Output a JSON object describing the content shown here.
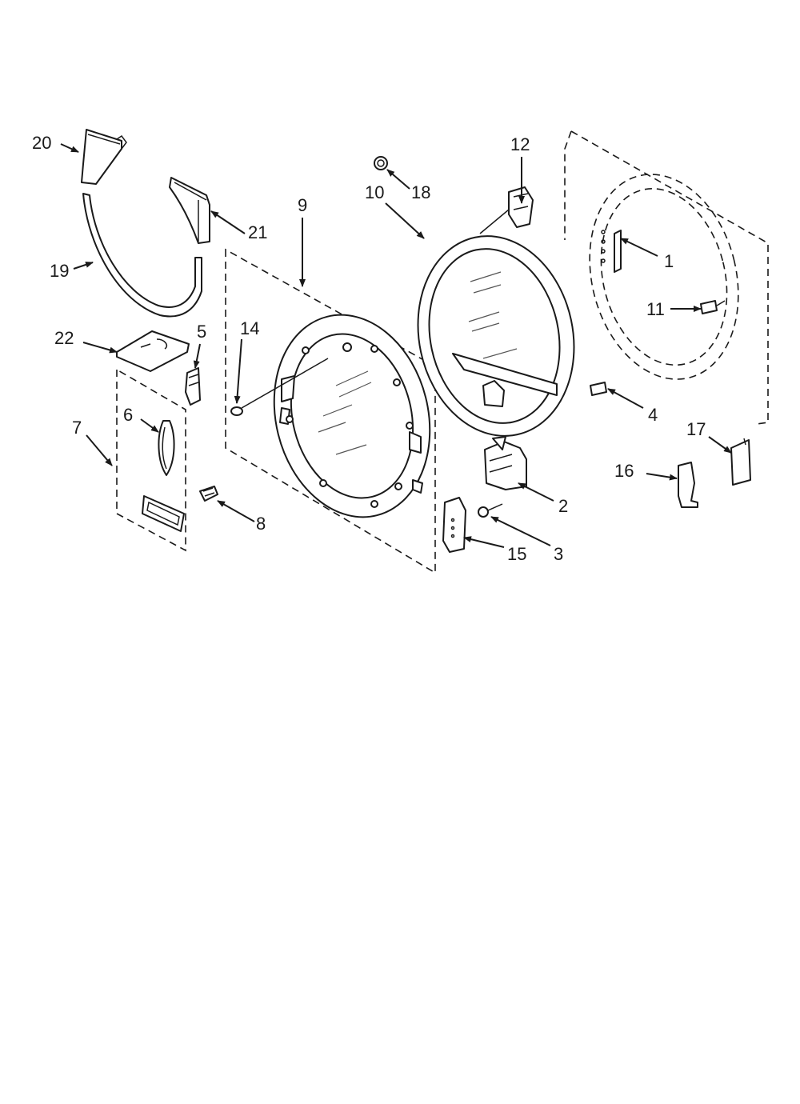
{
  "diagram": {
    "parts": [
      {
        "id": "p1",
        "label": "1"
      },
      {
        "id": "p2",
        "label": "2"
      },
      {
        "id": "p3",
        "label": "3"
      },
      {
        "id": "p4",
        "label": "4"
      },
      {
        "id": "p5",
        "label": "5"
      },
      {
        "id": "p6",
        "label": "6"
      },
      {
        "id": "p7",
        "label": "7"
      },
      {
        "id": "p8",
        "label": "8"
      },
      {
        "id": "p9",
        "label": "9"
      },
      {
        "id": "p10",
        "label": "10"
      },
      {
        "id": "p11",
        "label": "11"
      },
      {
        "id": "p12",
        "label": "12"
      },
      {
        "id": "p14",
        "label": "14"
      },
      {
        "id": "p15",
        "label": "15"
      },
      {
        "id": "p16",
        "label": "16"
      },
      {
        "id": "p17",
        "label": "17"
      },
      {
        "id": "p18",
        "label": "18"
      },
      {
        "id": "p19",
        "label": "19"
      },
      {
        "id": "p20",
        "label": "20"
      },
      {
        "id": "p21",
        "label": "21"
      },
      {
        "id": "p22",
        "label": "22"
      }
    ]
  },
  "colors": {
    "ink": "#1a1a1a",
    "paper": "#ffffff",
    "shade": "#d9d9d9"
  }
}
